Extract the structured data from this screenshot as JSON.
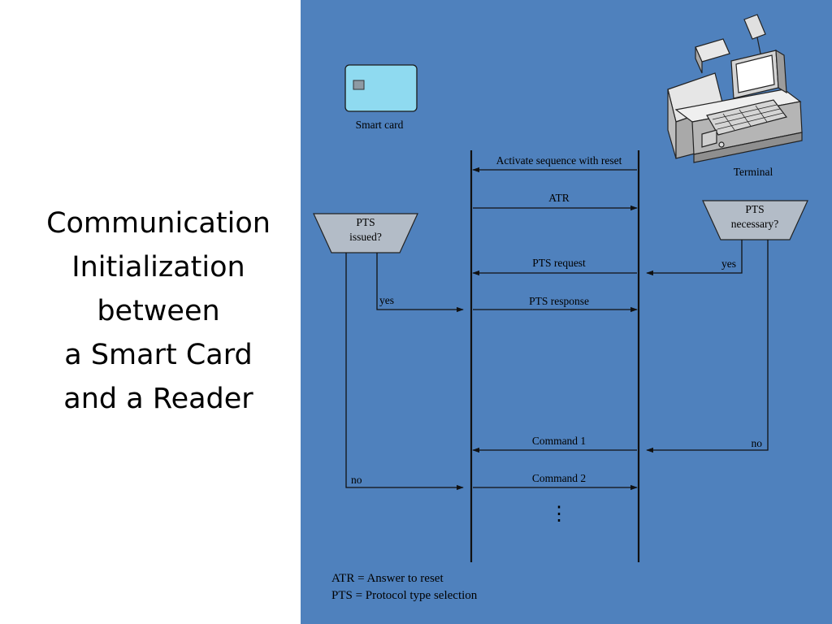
{
  "title_lines": [
    "Communication",
    "Initialization",
    "between",
    "a Smart Card",
    "and a Reader"
  ],
  "colors": {
    "panel": "#4f81bd",
    "card": "#8fdaf0",
    "decision": "#b3bcc7"
  },
  "card_label": "Smart card",
  "terminal_label": "Terminal",
  "left_decision": [
    "PTS",
    "issued?"
  ],
  "right_decision": [
    "PTS",
    "necessary?"
  ],
  "messages": {
    "activate": "Activate sequence with reset",
    "atr": "ATR",
    "pts_request": "PTS request",
    "pts_response": "PTS response",
    "command1": "Command 1",
    "command2": "Command 2"
  },
  "branch_labels": {
    "left_yes": "yes",
    "left_no": "no",
    "right_yes": "yes",
    "right_no": "no"
  },
  "continuation": "⋮",
  "legend": [
    "ATR = Answer to reset",
    "PTS = Protocol type selection"
  ]
}
